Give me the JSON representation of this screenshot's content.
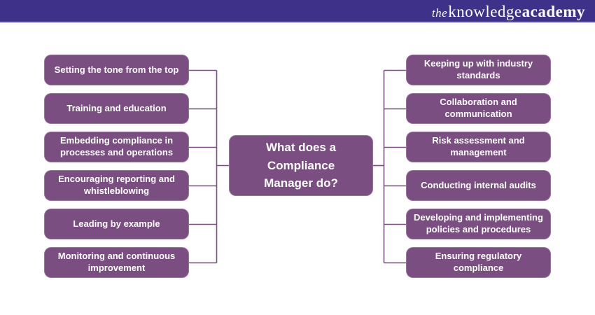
{
  "colors": {
    "page_bg": "#ffffff",
    "banner_bg": "#3e3189",
    "banner_border": "#b8b1d8",
    "box_bg": "#7b4e82",
    "box_text": "#ffffff",
    "connector": "#7b4e82"
  },
  "header": {
    "logo": {
      "the": "the",
      "knowledge": "knowledge",
      "academy": "academy"
    }
  },
  "mindmap": {
    "center": {
      "label": "What does a Compliance Manager do?"
    },
    "left": [
      {
        "label": "Setting the tone from the top"
      },
      {
        "label": "Training and education"
      },
      {
        "label": "Embedding compliance in processes and operations"
      },
      {
        "label": "Encouraging reporting and whistleblowing"
      },
      {
        "label": "Leading by example"
      },
      {
        "label": "Monitoring and continuous improvement"
      }
    ],
    "right": [
      {
        "label": "Keeping up with industry standards"
      },
      {
        "label": "Collaboration and communication"
      },
      {
        "label": "Risk assessment and management"
      },
      {
        "label": "Conducting internal audits"
      },
      {
        "label": "Developing and implementing policies and procedures"
      },
      {
        "label": "Ensuring regulatory compliance"
      }
    ]
  }
}
